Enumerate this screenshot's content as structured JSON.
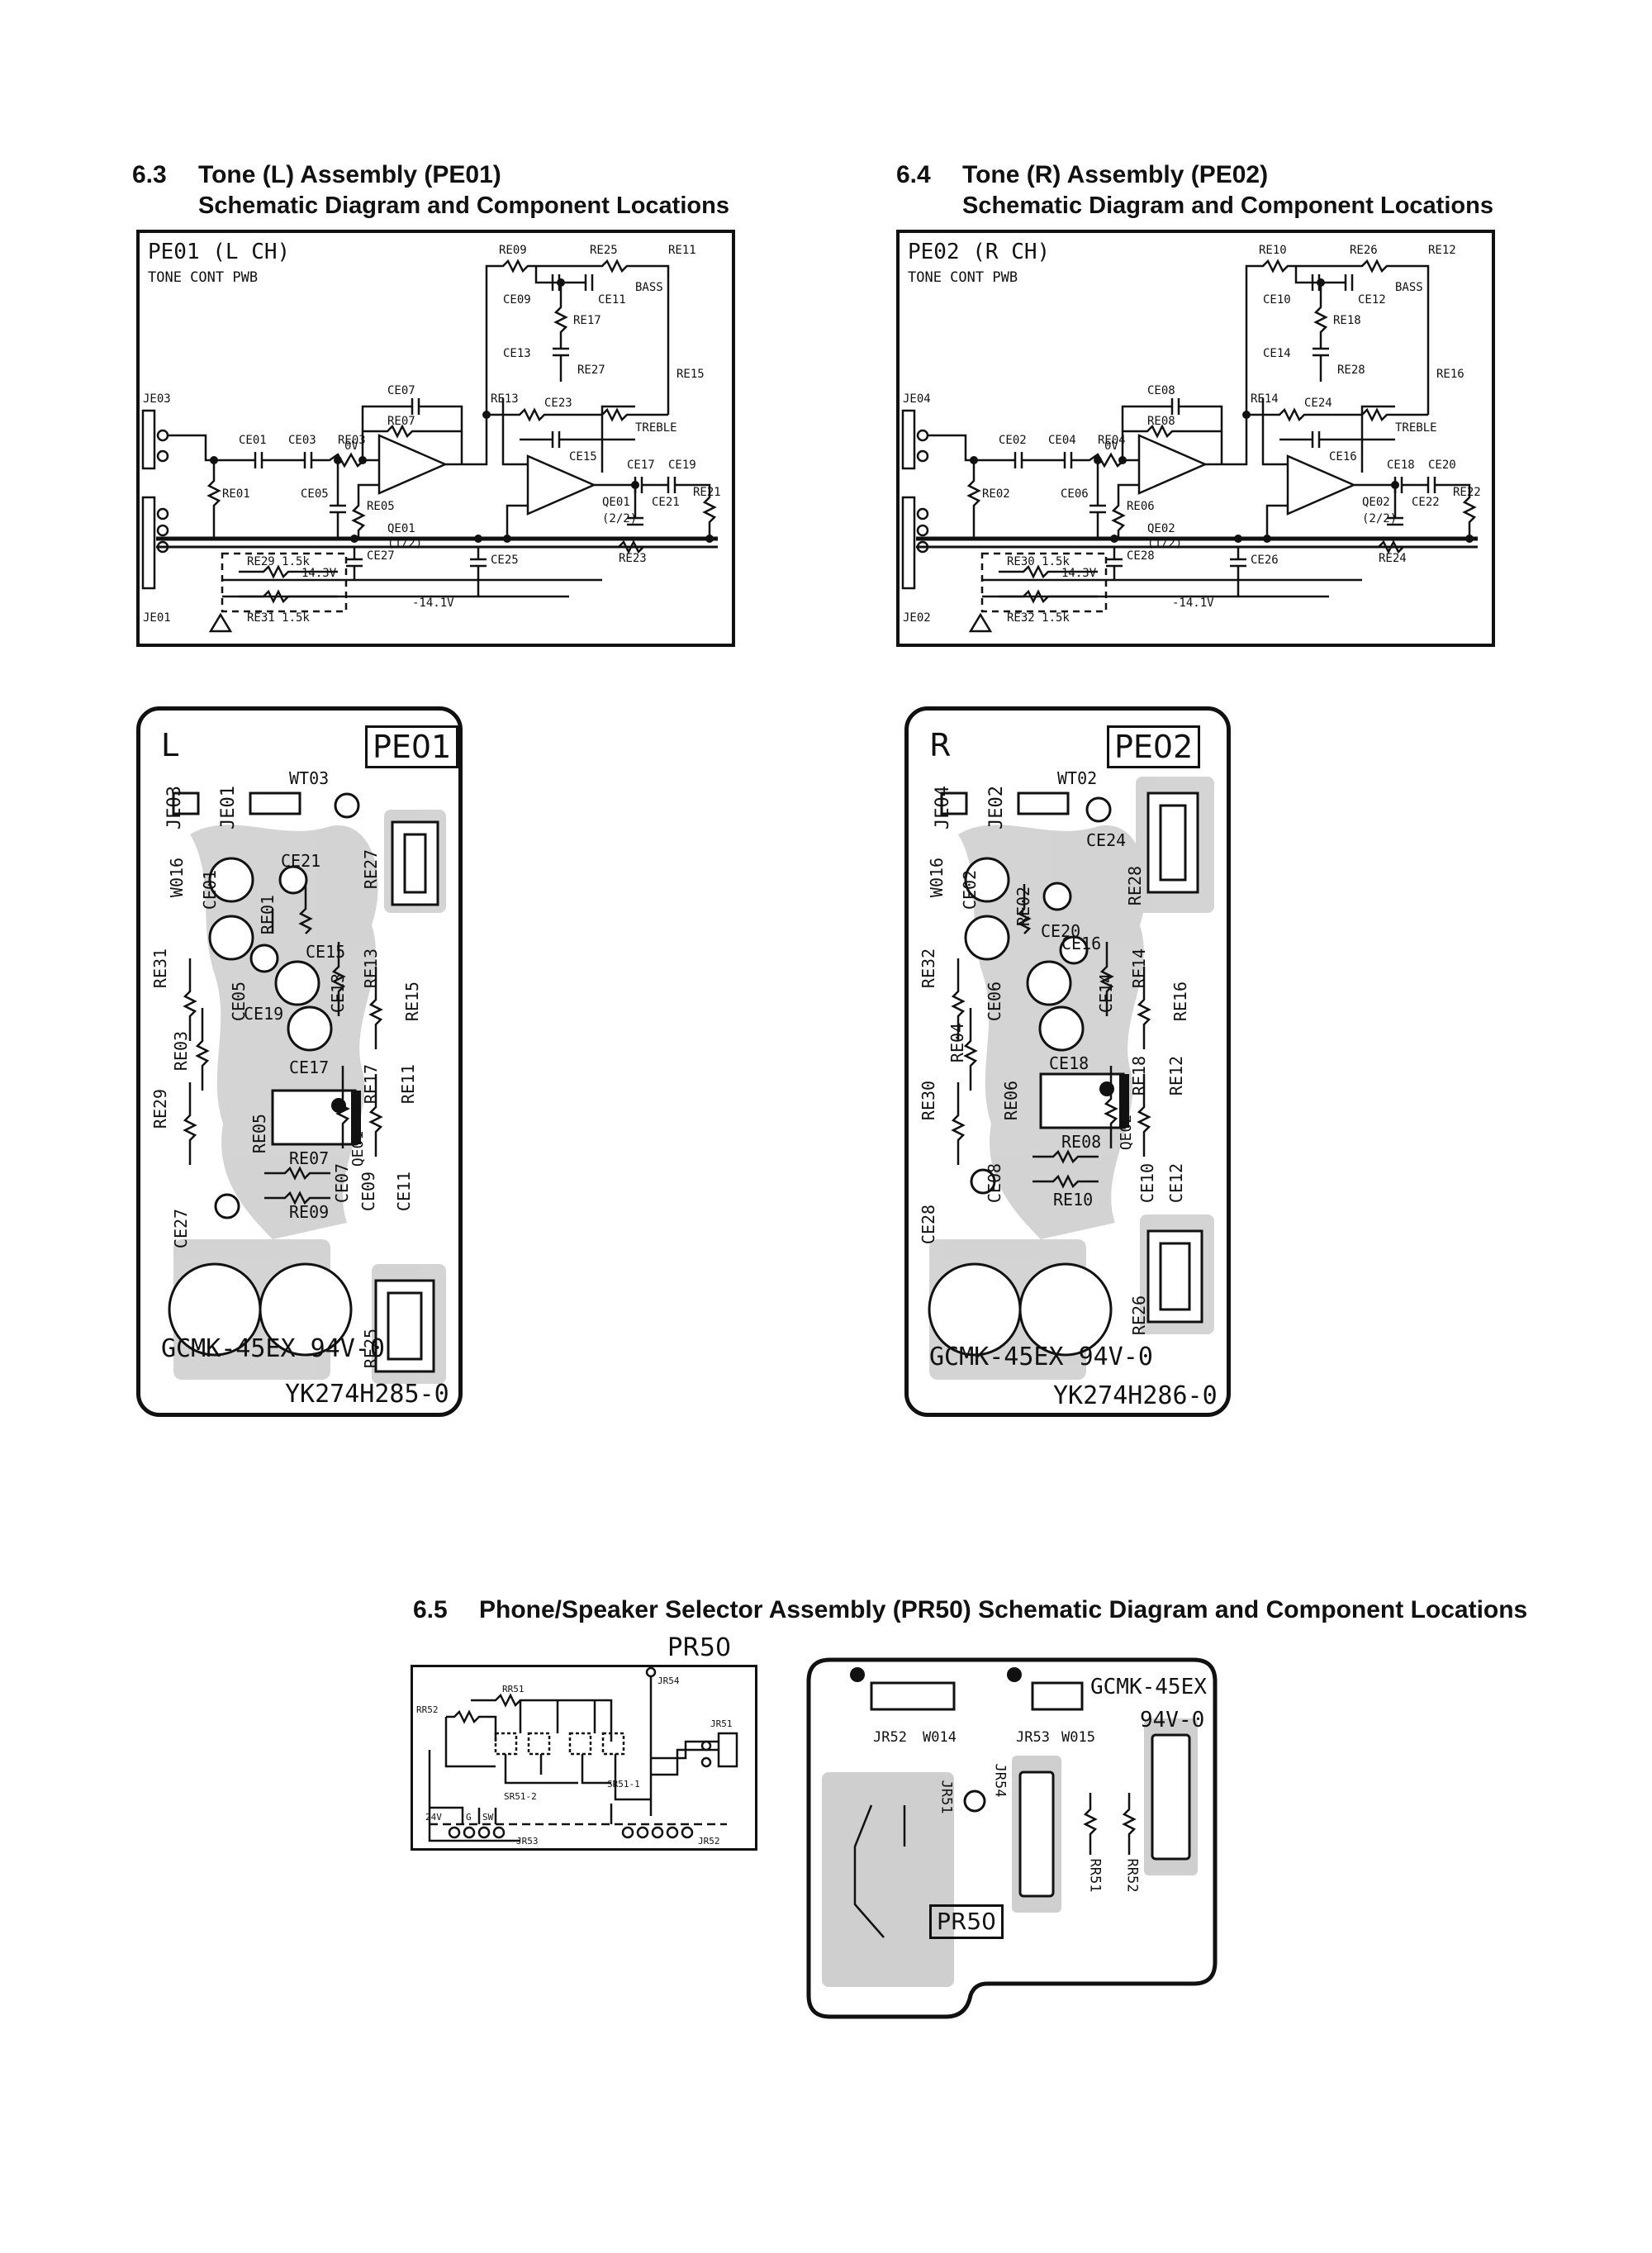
{
  "sections": {
    "s63": {
      "number": "6.3",
      "title": "Tone (L) Assembly (PE01)",
      "subtitle": "Schematic Diagram and Component Locations"
    },
    "s64": {
      "number": "6.4",
      "title": "Tone (R) Assembly (PE02)",
      "subtitle": "Schematic Diagram and Component Locations"
    },
    "s65": {
      "number": "6.5",
      "title": "Phone/Speaker Selector Assembly (PR50) Schematic Diagram and Component Locations"
    }
  },
  "schematic_left": {
    "title": "PE01  (L CH)",
    "subtitle": "TONE CONT PWB",
    "labels": {
      "ic_a": "QE01",
      "ic_a_part": "(1/2)",
      "ic_b": "QE01",
      "ic_b_part": "(2/2)",
      "jack_a": "JE03",
      "jack_b": "JE01",
      "bass": "BASS",
      "treble": "TREBLE",
      "r09": "RE09",
      "r25": "RE25",
      "r11": "RE11",
      "c09": "CE09",
      "c11": "CE11",
      "r17": "RE17",
      "c13": "CE13",
      "r27": "RE27",
      "r15": "RE15",
      "r13": "RE13",
      "c23": "CE23",
      "c07": "CE07",
      "r07": "RE07",
      "c15": "CE15",
      "c01": "CE01",
      "c03": "CE03",
      "r03": "RE03",
      "r01": "RE01",
      "c05": "CE05",
      "r05": "RE05",
      "c17": "CE17",
      "c19": "CE19",
      "c21": "CE21",
      "r21": "RE21",
      "r23": "RE23",
      "r29": "RE29  1.5k",
      "r31": "RE31  1.5k",
      "c27": "CE27",
      "c25": "CE25",
      "vpos": "14.3V",
      "vneg": "-14.1V",
      "ov": "0V"
    }
  },
  "schematic_right": {
    "title": "PE02  (R CH)",
    "subtitle": "TONE CONT PWB",
    "labels": {
      "ic_a": "QE02",
      "ic_a_part": "(1/2)",
      "ic_b": "QE02",
      "ic_b_part": "(2/2)",
      "jack_a": "JE04",
      "jack_b": "JE02",
      "bass": "BASS",
      "treble": "TREBLE",
      "r09": "RE10",
      "r25": "RE26",
      "r11": "RE12",
      "c09": "CE10",
      "c11": "CE12",
      "r17": "RE18",
      "c13": "CE14",
      "r27": "RE28",
      "r15": "RE16",
      "r13": "RE14",
      "c23": "CE24",
      "c07": "CE08",
      "r07": "RE08",
      "c15": "CE16",
      "c01": "CE02",
      "c03": "CE04",
      "r03": "RE04",
      "r01": "RE02",
      "c05": "CE06",
      "r05": "RE06",
      "c17": "CE18",
      "c19": "CE20",
      "c21": "CE22",
      "r21": "RE22",
      "r23": "RE24",
      "r29": "RE30  1.5k",
      "r31": "RE32  1.5k",
      "c27": "CE28",
      "c25": "CE26",
      "vpos": "14.3V",
      "vneg": "-14.1V",
      "ov": "0V"
    }
  },
  "pcb_left": {
    "side": "L",
    "tag": "PE01",
    "material": "GCMK-45EX  94V-0",
    "part_no": "YK274H285-0",
    "parts": {
      "p1": "JE03",
      "p2": "JE01",
      "p3": "WT03",
      "p4": "W016",
      "p5": "CE01",
      "p6": "CE21",
      "p7": "RE01",
      "p8": "RE27",
      "p9": "CE15",
      "p10": "RE13",
      "p11": "RE31",
      "p12": "CE05",
      "p13": "CE19",
      "p14": "CE13",
      "p15": "RE15",
      "p16": "RE03",
      "p17": "CE17",
      "p18": "RE29",
      "p19": "RE17",
      "p20": "RE11",
      "p21": "RE05",
      "p22": "QE01",
      "p23": "CE07",
      "p24": "RE07",
      "p25": "CE09",
      "p26": "CE11",
      "p27": "RE09",
      "p28": "CE27",
      "p29": "RE25"
    }
  },
  "pcb_right": {
    "side": "R",
    "tag": "PE02",
    "material": "GCMK-45EX  94V-0",
    "part_no": "YK274H286-0",
    "parts": {
      "p1": "JE04",
      "p2": "JE02",
      "p3": "WT02",
      "p4": "W016",
      "p5": "CE02",
      "p6": "CE24",
      "p7": "RE02",
      "p8": "RE28",
      "p9": "CE16",
      "p10": "RE14",
      "p11": "RE32",
      "p12": "CE06",
      "p13": "CE20",
      "p14": "CE14",
      "p15": "RE16",
      "p16": "RE04",
      "p17": "CE18",
      "p18": "RE30",
      "p19": "RE18",
      "p20": "RE12",
      "p21": "RE06",
      "p22": "QE02",
      "p23": "CE08",
      "p24": "RE08",
      "p25": "CE10",
      "p26": "CE12",
      "p27": "RE10",
      "p28": "CE28",
      "p29": "RE26"
    }
  },
  "pr50": {
    "caption": "PR50",
    "schematic": {
      "rr51": "RR51",
      "rr52": "RR52",
      "jr54": "JR54",
      "jr51": "JR51",
      "sr51a": "SR51-2",
      "sr51b": "SR51-1",
      "jr53": "JR53",
      "jr52": "JR52",
      "v24": "24V",
      "g": "G",
      "sw": "SW"
    },
    "pcb": {
      "material": "GCMK-45EX",
      "material2": "94V-0",
      "jr52": "JR52",
      "w014": "W014",
      "jr53": "JR53",
      "w015": "W015",
      "jr51": "JR51",
      "jr54": "JR54",
      "rr51": "RR51",
      "rr52": "RR52",
      "tag": "PR50"
    }
  }
}
